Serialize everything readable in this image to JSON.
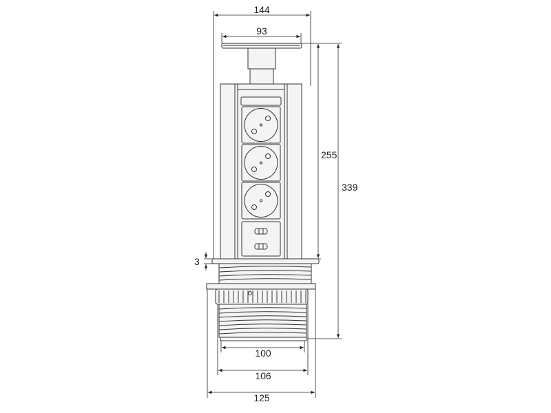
{
  "diagram": {
    "dimensions": {
      "total_width": "144",
      "top_plate_width": "93",
      "extended_height": "255",
      "total_height": "339",
      "flange_thickness": "3",
      "thread_diameter": "100",
      "ring_diameter": "106",
      "mount_diameter": "125"
    },
    "socket_count": 3,
    "usb_port_count": 2
  }
}
